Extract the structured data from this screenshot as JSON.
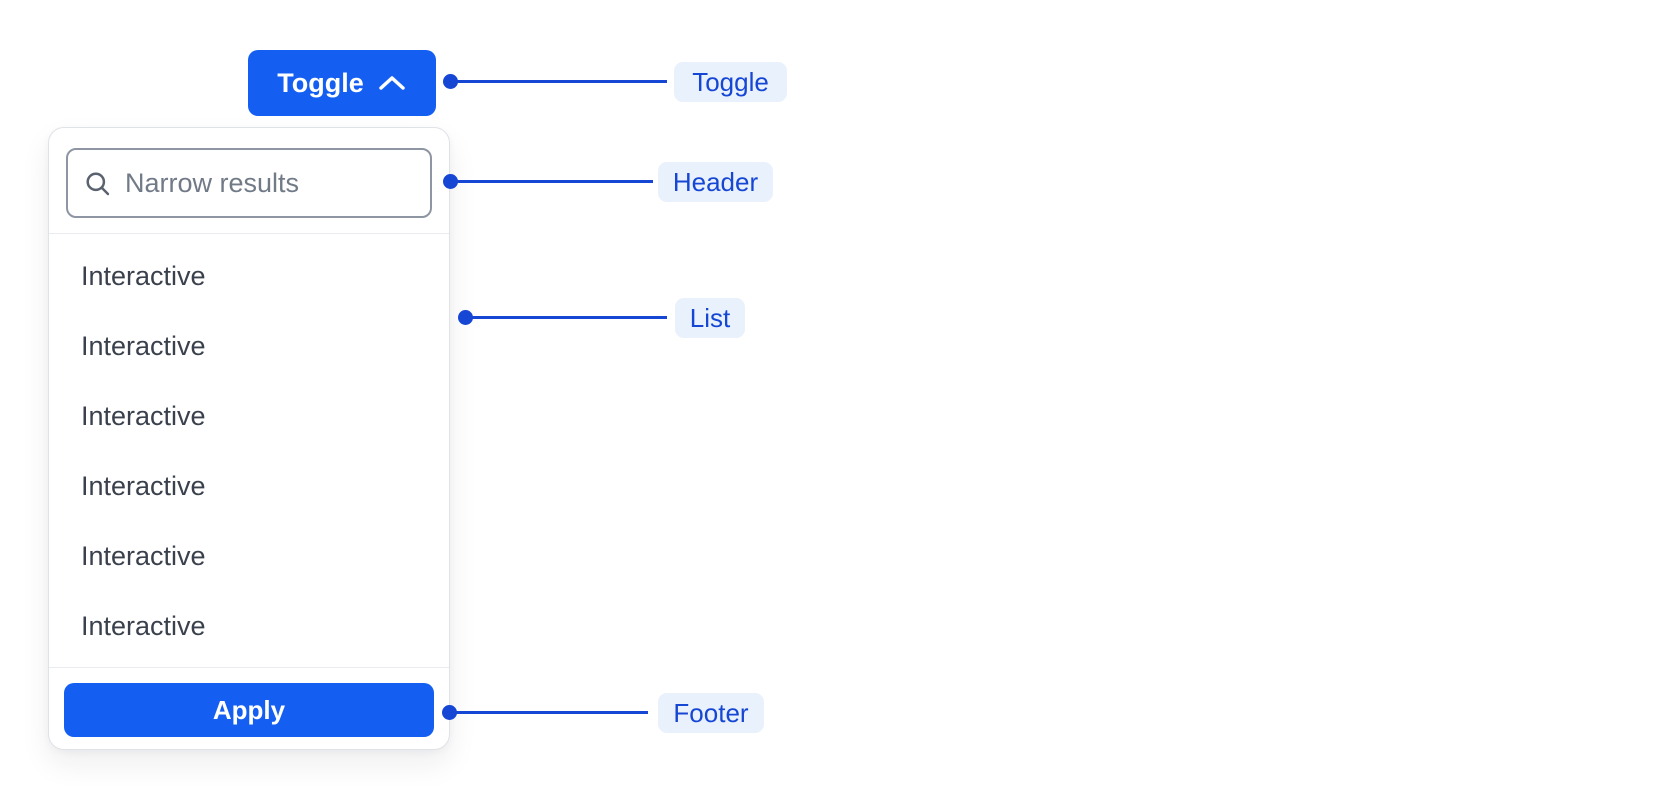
{
  "toggle": {
    "label": "Toggle",
    "icon": "chevron-up-icon"
  },
  "dropdown": {
    "search": {
      "placeholder": "Narrow results",
      "value": "",
      "icon": "search-icon"
    },
    "items": [
      "Interactive",
      "Interactive",
      "Interactive",
      "Interactive",
      "Interactive",
      "Interactive"
    ],
    "apply_label": "Apply"
  },
  "annotations": {
    "toggle": {
      "label": "Toggle"
    },
    "header": {
      "label": "Header"
    },
    "list": {
      "label": "List"
    },
    "footer": {
      "label": "Footer"
    }
  },
  "colors": {
    "primary": "#145FF2",
    "annotation_blue": "#1646D4",
    "annotation_chip_bg": "#E9F1FC",
    "list_text": "#3A414D",
    "placeholder": "#717A87",
    "panel_border": "#DFE2E7",
    "divider": "#E9EBEF",
    "input_border": "#8E96A3"
  }
}
